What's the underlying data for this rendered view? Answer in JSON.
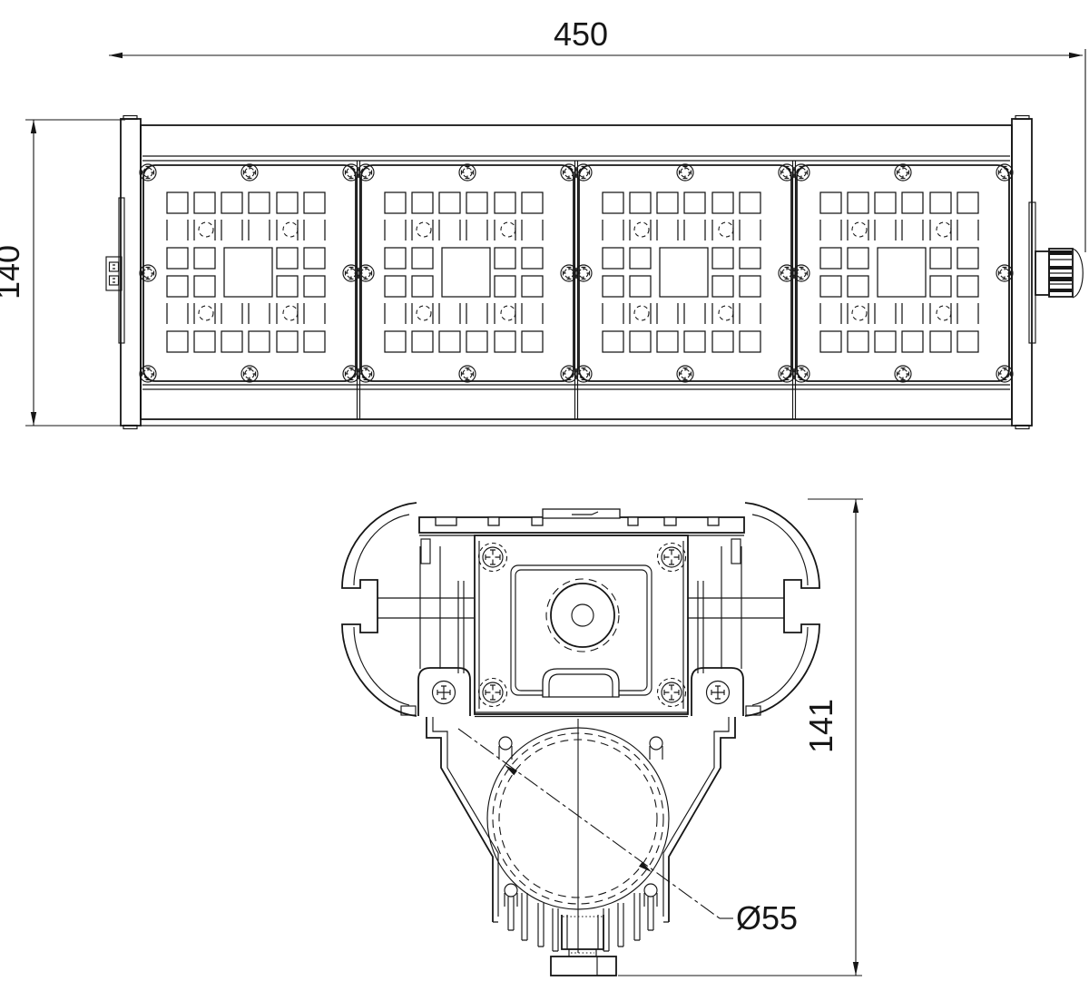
{
  "page": {
    "background": "#ffffff",
    "line_color": "#161616"
  },
  "drawing": {
    "dimensions": {
      "overall_length": "450",
      "overall_height": "140",
      "section_height": "141",
      "tube_diameter": "Ø55"
    }
  }
}
